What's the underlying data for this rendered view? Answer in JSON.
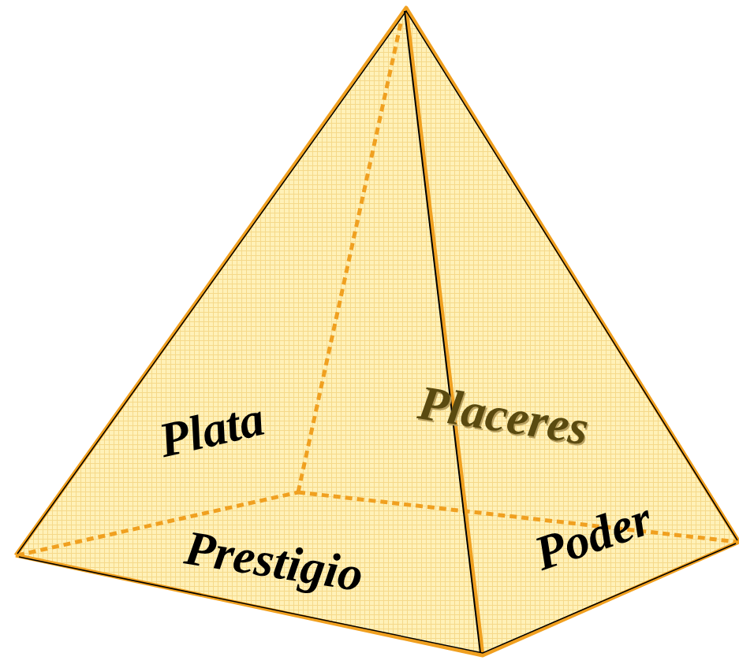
{
  "diagram": {
    "labels": [
      "Plata",
      "Placeres",
      "Prestigio",
      "Poder"
    ]
  }
}
